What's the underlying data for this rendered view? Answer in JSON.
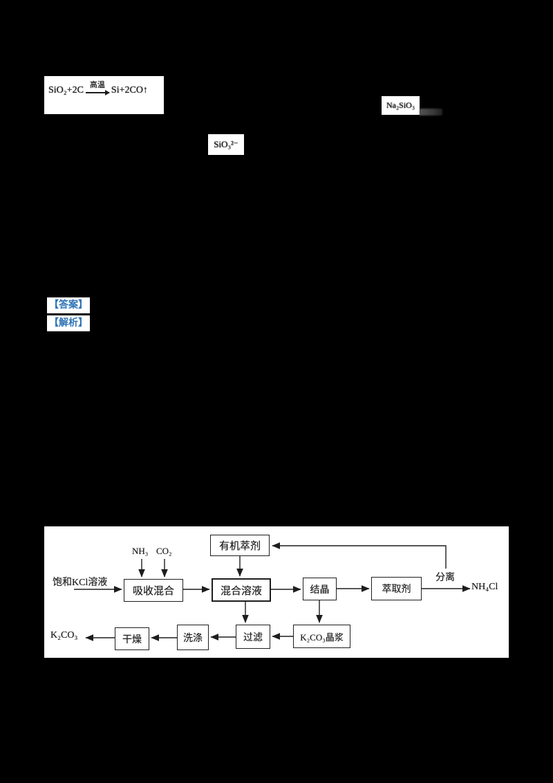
{
  "page": {
    "background": "#000000",
    "paper_color": "#ffffff",
    "ink_color": "#1c1c1c",
    "accent_blue": "#2e74b5"
  },
  "silicon_equation": {
    "left": "SiO₂+2C",
    "condition": "高温",
    "right": "Si+2CO↑"
  },
  "inline_formulas": {
    "middle": "SiO₃²⁻",
    "right": "Na₂SiO₃"
  },
  "answer_section": {
    "answer": "【答案】",
    "analysis": "【解析】"
  },
  "flowchart": {
    "boxes": {
      "organic_extractant": "有机萃剂",
      "absorb_mix": "吸收混合",
      "mixed_solution": "混合溶液",
      "crystallize": "结晶",
      "extractant": "萃取剂",
      "filter": "过滤",
      "k2co3_slurry": "K₂CO₃晶浆",
      "wash": "洗涤",
      "dry": "干燥"
    },
    "labels": {
      "nh3": "NH₃",
      "co2": "CO₂",
      "kcl_feed": "饱和KCl溶液",
      "separation": "分离",
      "nh4cl": "NH₄Cl",
      "k2co3_product": "K₂CO₃"
    }
  }
}
